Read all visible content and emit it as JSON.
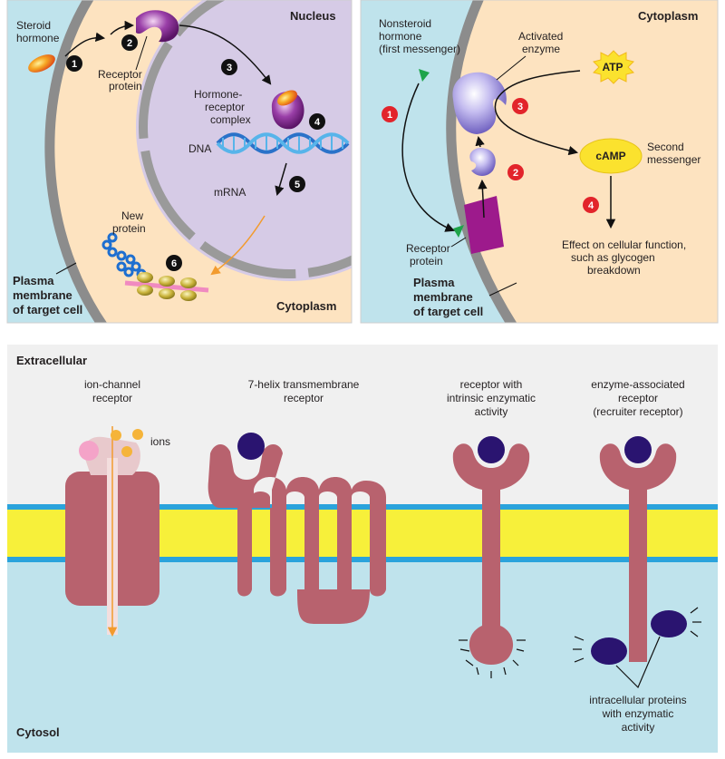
{
  "panel_a": {
    "nucleus_label": "Nucleus",
    "cytoplasm_label": "Cytoplasm",
    "steroid_label": [
      "Steroid",
      "hormone"
    ],
    "receptor_label": [
      "Receptor",
      "protein"
    ],
    "complex_label": [
      "Hormone-",
      "receptor",
      "complex"
    ],
    "dna_label": "DNA",
    "mrna_label": "mRNA",
    "new_protein_label": [
      "New",
      "protein"
    ],
    "membrane_label": [
      "Plasma",
      "membrane",
      "of target cell"
    ],
    "steps": [
      "1",
      "2",
      "3",
      "4",
      "5",
      "6"
    ]
  },
  "panel_b": {
    "cytoplasm_label": "Cytoplasm",
    "nonsteroid_label": [
      "Nonsteroid",
      "hormone",
      "(first messenger)"
    ],
    "activated_enzyme_label": [
      "Activated",
      "enzyme"
    ],
    "atp_label": "ATP",
    "camp_label": "cAMP",
    "second_messenger_label": [
      "Second",
      "messenger"
    ],
    "receptor_label": [
      "Receptor",
      "protein"
    ],
    "membrane_label": [
      "Plasma",
      "membrane",
      "of target cell"
    ],
    "effect_label": [
      "Effect on cellular function,",
      "such as glycogen",
      "breakdown"
    ],
    "steps": [
      "1",
      "2",
      "3",
      "4"
    ]
  },
  "panel_c": {
    "extracellular_label": "Extracellular",
    "cytosol_label": "Cytosol",
    "ion_channel_label": [
      "ion-channel",
      "receptor"
    ],
    "ions_label": "ions",
    "seven_helix_label": [
      "7-helix transmembrane",
      "receptor"
    ],
    "intrinsic_label": [
      "receptor with",
      "intrinsic enzymatic",
      "activity"
    ],
    "enzyme_assoc_label": [
      "enzyme-associated",
      "receptor",
      "(recruiter receptor)"
    ],
    "intracellular_label": [
      "intracellular proteins",
      "with enzymatic",
      "activity"
    ]
  },
  "colors": {
    "membrane_gray": "#8c8c8c",
    "cytoplasm": "#fde3c0",
    "extracellular_blue": "#bfe3ec",
    "nucleus": "#d6cbe6",
    "receptor_pink": "#b8626e",
    "ligand_navy": "#2a1470",
    "bilayer_yellow": "#f7f03a",
    "bilayer_blue": "#2aa3dc",
    "step_red": "#e2242b",
    "step_black": "#111111"
  }
}
